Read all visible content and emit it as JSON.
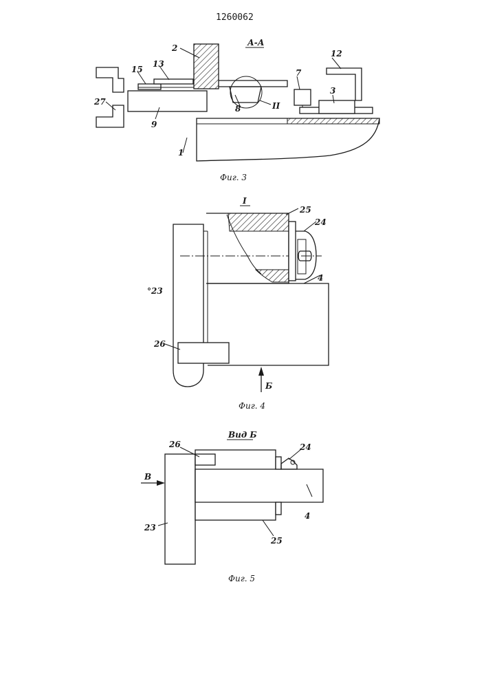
{
  "patent_number": "1260062",
  "fig3": {
    "section": "А-А",
    "caption": "Фиг. 3",
    "labels": {
      "l1": "1",
      "l2": "2",
      "l3": "3",
      "l7": "7",
      "l8": "8",
      "l9": "9",
      "l12": "12",
      "l13": "13",
      "l15": "15",
      "l27": "27",
      "detail": "II"
    }
  },
  "fig4": {
    "section": "I",
    "caption": "Фиг. 4",
    "labels": {
      "l4": "4",
      "l23": "°23",
      "l24": "24",
      "l25": "25",
      "l26": "26",
      "view": "Б"
    }
  },
  "fig5": {
    "section": "Вид Б",
    "caption": "Фиг. 5",
    "labels": {
      "l4": "4",
      "l23": "23",
      "l24": "24",
      "l25": "25",
      "l26": "26",
      "view": "В"
    }
  }
}
